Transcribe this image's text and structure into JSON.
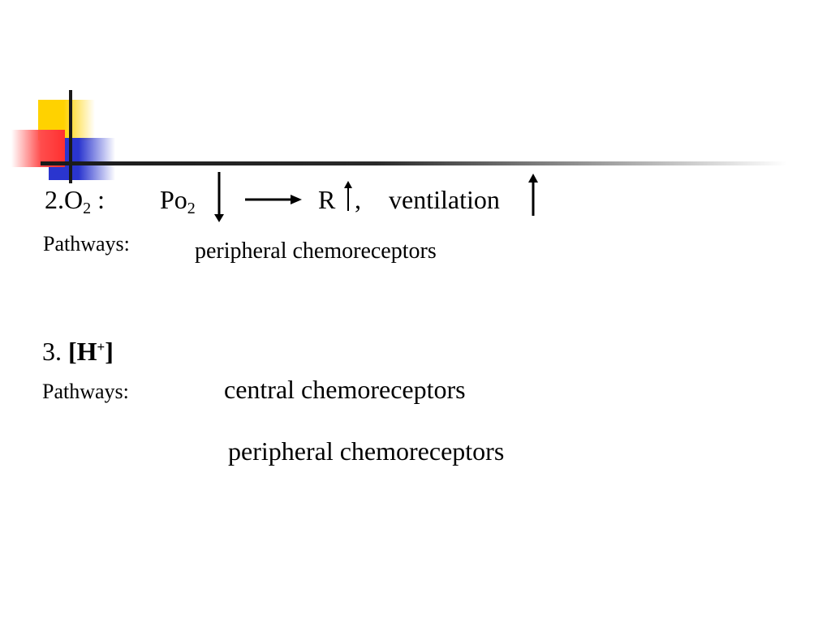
{
  "item2": {
    "number": "2.",
    "species": "O",
    "species_sub": "2",
    "colon": ":",
    "stimulus": "Po",
    "stimulus_sub": "2",
    "response": "R",
    "comma": ",",
    "outcome": "ventilation"
  },
  "pathways2": {
    "label": "Pathways:",
    "receptor": "peripheral chemoreceptors"
  },
  "item3": {
    "number": "3.",
    "species_open": "[H",
    "species_sup": "+",
    "species_close": "]"
  },
  "pathways3": {
    "label": "Pathways:",
    "receptors": [
      "central chemoreceptors",
      "peripheral chemoreceptors"
    ]
  },
  "colors": {
    "deco_yellow": "#ffd200",
    "deco_red": "#ff4d4d",
    "deco_blue": "#2a35cf",
    "deco_line": "#1a1a1a"
  },
  "icons": [
    "arrow-down-icon",
    "arrow-right-icon",
    "arrow-up-icon"
  ]
}
